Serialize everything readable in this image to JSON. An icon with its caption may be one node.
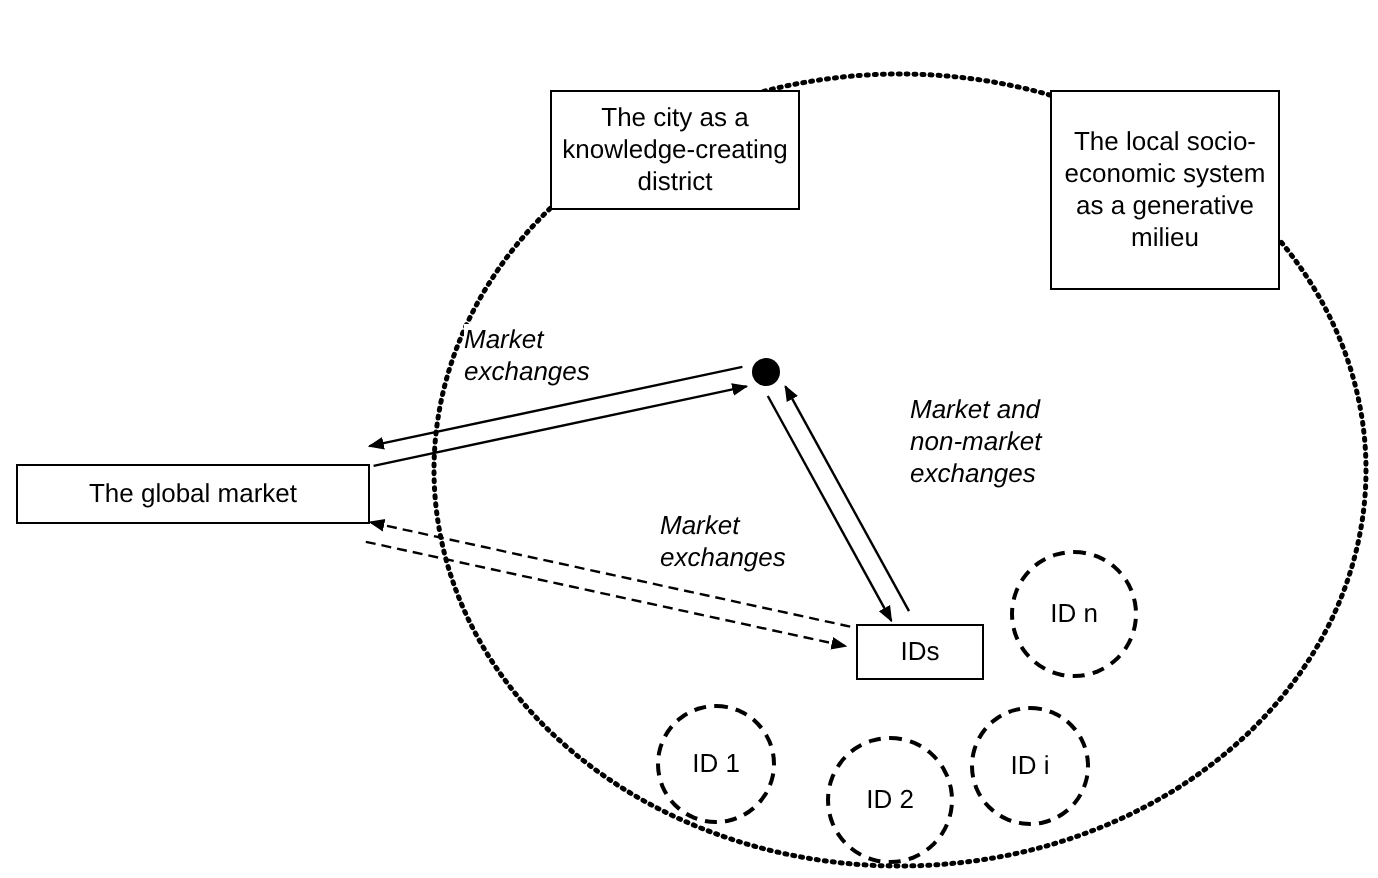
{
  "diagram": {
    "nodes": [
      {
        "text": [],
        "shape": "circle"
      },
      {
        "text": [
          "The city as a knowledge-creating district"
        ],
        "in": 0
      },
      {
        "text": [
          "The local socio-economic system as a generative milieu"
        ],
        "in": 0
      },
      {
        "text": [],
        "shape": "circle",
        "in": 0
      },
      {
        "text": [
          "The global market"
        ]
      },
      {
        "text": [
          "IDs"
        ],
        "in": 0
      },
      {
        "text": [
          "ID n"
        ],
        "in": 0
      },
      {
        "text": [
          "ID 1"
        ],
        "in": 0
      },
      {
        "text": [
          "ID i"
        ],
        "in": 0
      },
      {
        "text": [
          "ID 2"
        ],
        "in": 0
      }
    ],
    "edges": [
      {
        "from": 4,
        "to": 3,
        "arrow": "to",
        "label": "Market exchanges"
      },
      {
        "from": 3,
        "to": 4,
        "arrow": "to"
      },
      {
        "from": 3,
        "to": 5,
        "arrow": "to",
        "label": "Market and non-market exchanges"
      },
      {
        "from": 5,
        "to": 3,
        "arrow": "to"
      },
      {
        "from": 4,
        "to": 5,
        "arrow": "to",
        "style": "dashed",
        "label": "Market exchanges"
      },
      {
        "from": 5,
        "to": 4,
        "arrow": "to",
        "style": "dashed"
      }
    ]
  }
}
